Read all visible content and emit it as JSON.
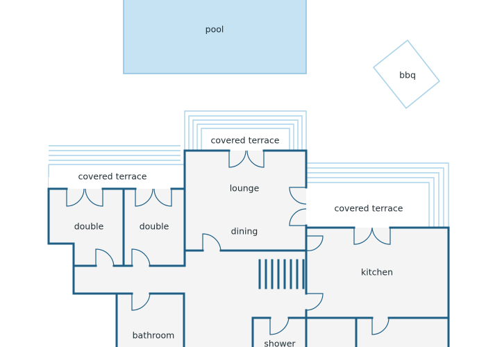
{
  "rooms": {
    "pool": "pool",
    "bbq": "bbq",
    "covered_terrace_top": "covered terrace",
    "covered_terrace_left": "covered terrace",
    "covered_terrace_right": "covered terrace",
    "lounge": "lounge",
    "dining": "dining",
    "double_1": "double",
    "double_2": "double",
    "kitchen": "kitchen",
    "bathroom": "bathroom",
    "shower": "shower",
    "partial_room_1": "",
    "partial_room_2": ""
  },
  "colors": {
    "wall": "#1e5f86",
    "floor": "#f4f4f4",
    "pool_fill": "#c6e3f4",
    "pool_edge": "#8fc3e3",
    "terrace_lines": "#a9d3ea",
    "label_text": "#1f2d33"
  }
}
